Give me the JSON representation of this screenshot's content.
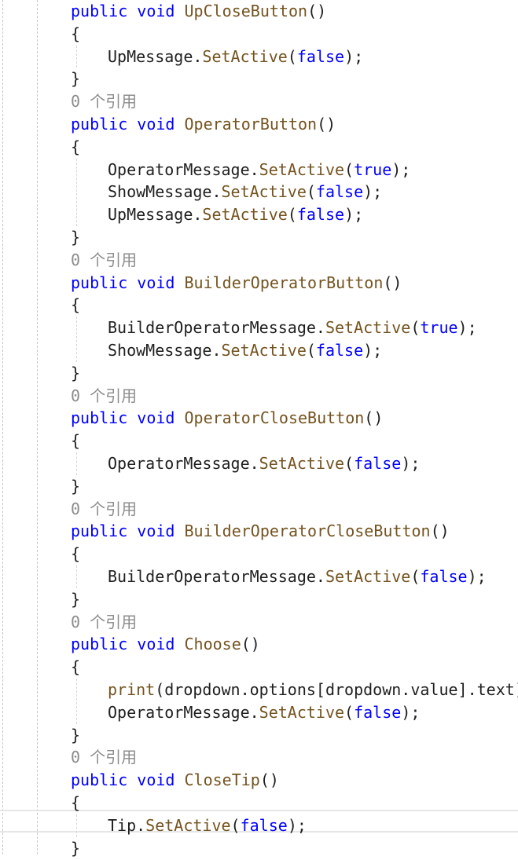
{
  "code": {
    "methods": [
      {
        "codelens": null,
        "keyword_public": "public",
        "keyword_void": "void",
        "name": "UpCloseButton",
        "parens": "()",
        "open_brace": "{",
        "close_brace": "}",
        "body": [
          {
            "object": "UpMessage",
            "dot": ".",
            "call": "SetActive",
            "open": "(",
            "arg": "false",
            "close": ");"
          }
        ]
      },
      {
        "codelens": "0 个引用",
        "keyword_public": "public",
        "keyword_void": "void",
        "name": "OperatorButton",
        "parens": "()",
        "open_brace": "{",
        "close_brace": "}",
        "body": [
          {
            "object": "OperatorMessage",
            "dot": ".",
            "call": "SetActive",
            "open": "(",
            "arg": "true",
            "close": ");"
          },
          {
            "object": "ShowMessage",
            "dot": ".",
            "call": "SetActive",
            "open": "(",
            "arg": "false",
            "close": ");"
          },
          {
            "object": "UpMessage",
            "dot": ".",
            "call": "SetActive",
            "open": "(",
            "arg": "false",
            "close": ");"
          }
        ]
      },
      {
        "codelens": "0 个引用",
        "keyword_public": "public",
        "keyword_void": "void",
        "name": "BuilderOperatorButton",
        "parens": "()",
        "open_brace": "{",
        "close_brace": "}",
        "body": [
          {
            "object": "BuilderOperatorMessage",
            "dot": ".",
            "call": "SetActive",
            "open": "(",
            "arg": "true",
            "close": ");"
          },
          {
            "object": "ShowMessage",
            "dot": ".",
            "call": "SetActive",
            "open": "(",
            "arg": "false",
            "close": ");"
          }
        ]
      },
      {
        "codelens": "0 个引用",
        "keyword_public": "public",
        "keyword_void": "void",
        "name": "OperatorCloseButton",
        "parens": "()",
        "open_brace": "{",
        "close_brace": "}",
        "body": [
          {
            "object": "OperatorMessage",
            "dot": ".",
            "call": "SetActive",
            "open": "(",
            "arg": "false",
            "close": ");"
          }
        ]
      },
      {
        "codelens": "0 个引用",
        "keyword_public": "public",
        "keyword_void": "void",
        "name": "BuilderOperatorCloseButton",
        "parens": "()",
        "open_brace": "{",
        "close_brace": "}",
        "body": [
          {
            "object": "BuilderOperatorMessage",
            "dot": ".",
            "call": "SetActive",
            "open": "(",
            "arg": "false",
            "close": ");"
          }
        ]
      },
      {
        "codelens": "0 个引用",
        "keyword_public": "public",
        "keyword_void": "void",
        "name": "Choose",
        "parens": "()",
        "open_brace": "{",
        "close_brace": "}",
        "body": [
          {
            "print": "print",
            "rest": "(dropdown.options[dropdown.value].text)"
          },
          {
            "object": "OperatorMessage",
            "dot": ".",
            "call": "SetActive",
            "open": "(",
            "arg": "false",
            "close": ");"
          }
        ]
      },
      {
        "codelens": "0 个引用",
        "keyword_public": "public",
        "keyword_void": "void",
        "name": "CloseTip",
        "parens": "()",
        "open_brace": "{",
        "close_brace": "}",
        "body": [
          {
            "object": "Tip",
            "dot": ".",
            "call": "SetActive",
            "open": "(",
            "arg": "false",
            "close": ");"
          }
        ]
      }
    ]
  }
}
